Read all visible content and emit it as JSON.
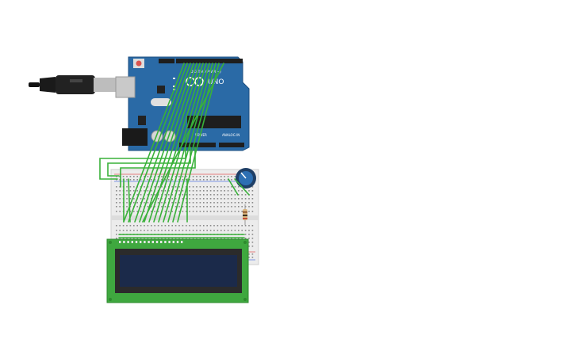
{
  "board": {
    "logo_text": "UNO",
    "digital_label": "DIGITAL (PWM ~)",
    "power_label": "POWER",
    "analog_label": "ANALOG IN",
    "color": "#2a6aa6"
  },
  "breadboard": {
    "color": "#ececec"
  },
  "lcd": {
    "board_color": "#3fa83f",
    "screen_color": "#1b2a4a"
  },
  "wire_color": "#39b139",
  "usb_cable_color": "#222222"
}
